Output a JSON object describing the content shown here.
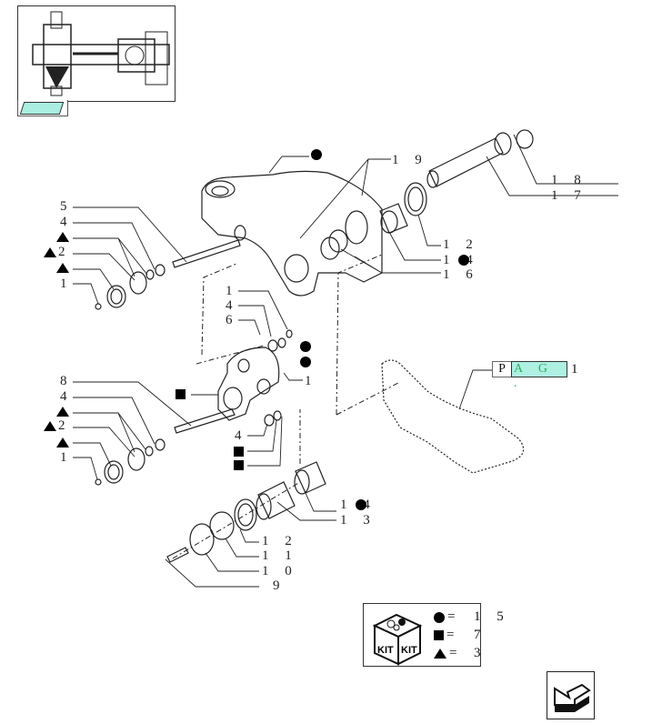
{
  "thumbnail": {
    "icon": "axle-assembly-thumbnail",
    "nav_icon": "arrow-thumbnail-icon"
  },
  "callouts": {
    "c1_top": "1",
    "c4_top": "4",
    "c2_top": "2",
    "c5": "5",
    "c1_mid": "1",
    "c4_mid": "4",
    "c6": "6",
    "c1_right": "1",
    "c8": "8",
    "c4_low": "4",
    "c2_low": "2",
    "c1_low": "1",
    "c4_bush": "4",
    "c19": "1 9",
    "c18": "1 8",
    "c17": "1 7",
    "c12_top": "1 2",
    "c14_top": "1 4",
    "c16": "1 6",
    "c14_low": "1 4",
    "c13": "1 3",
    "c12_low": "1 2",
    "c11": "1 1",
    "c10": "1 0",
    "c9": "9"
  },
  "reference": {
    "prefix": "P",
    "highlight": "A G .",
    "page": "1"
  },
  "kit_legend": {
    "icon_text_left": "KIT",
    "icon_text_right": "KIT",
    "rows": [
      {
        "symbol": "circle",
        "eq": "=",
        "value": "1 5"
      },
      {
        "symbol": "square",
        "eq": "=",
        "value": "7"
      },
      {
        "symbol": "triangle",
        "eq": "=",
        "value": "3"
      }
    ]
  },
  "navigation": {
    "icon": "back-arrow-icon"
  },
  "colors": {
    "highlight": "#aef0e2",
    "line": "#222222"
  }
}
